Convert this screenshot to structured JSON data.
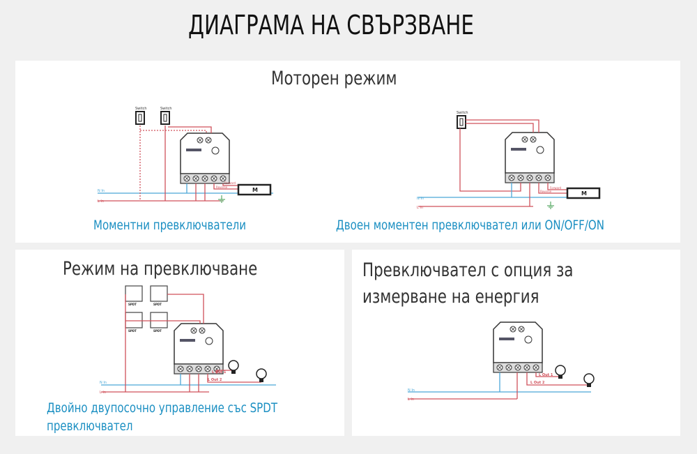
{
  "title": "ДИАГРАМА НА СВЪРЗВАНЕ",
  "motor": {
    "heading": "Моторен режим",
    "left_caption": "Моментни превключватели",
    "right_caption": "Двоен моментен превключвател или ON/OFF/ON"
  },
  "switch_mode": {
    "heading": "Режим на превключване",
    "caption_line1": "Двойно двупосочно управление със SPDT",
    "caption_line2": "превключвател"
  },
  "metering": {
    "heading_line1": "Превключвател с опция за",
    "heading_line2": "измерване на енергия"
  },
  "labels": {
    "switch": "Switch",
    "n_in": "N In",
    "l_in": "L In",
    "forward": "Forward",
    "reverse": "Reverse",
    "motor": "M",
    "spdt": "SPDT",
    "l_out1": "L Out 1",
    "l_out2": "L Out 2"
  },
  "colors": {
    "live": "#d0505a",
    "neutral": "#4aa8d8",
    "ground": "#3a9a4a",
    "caption": "#1b8fc2"
  }
}
